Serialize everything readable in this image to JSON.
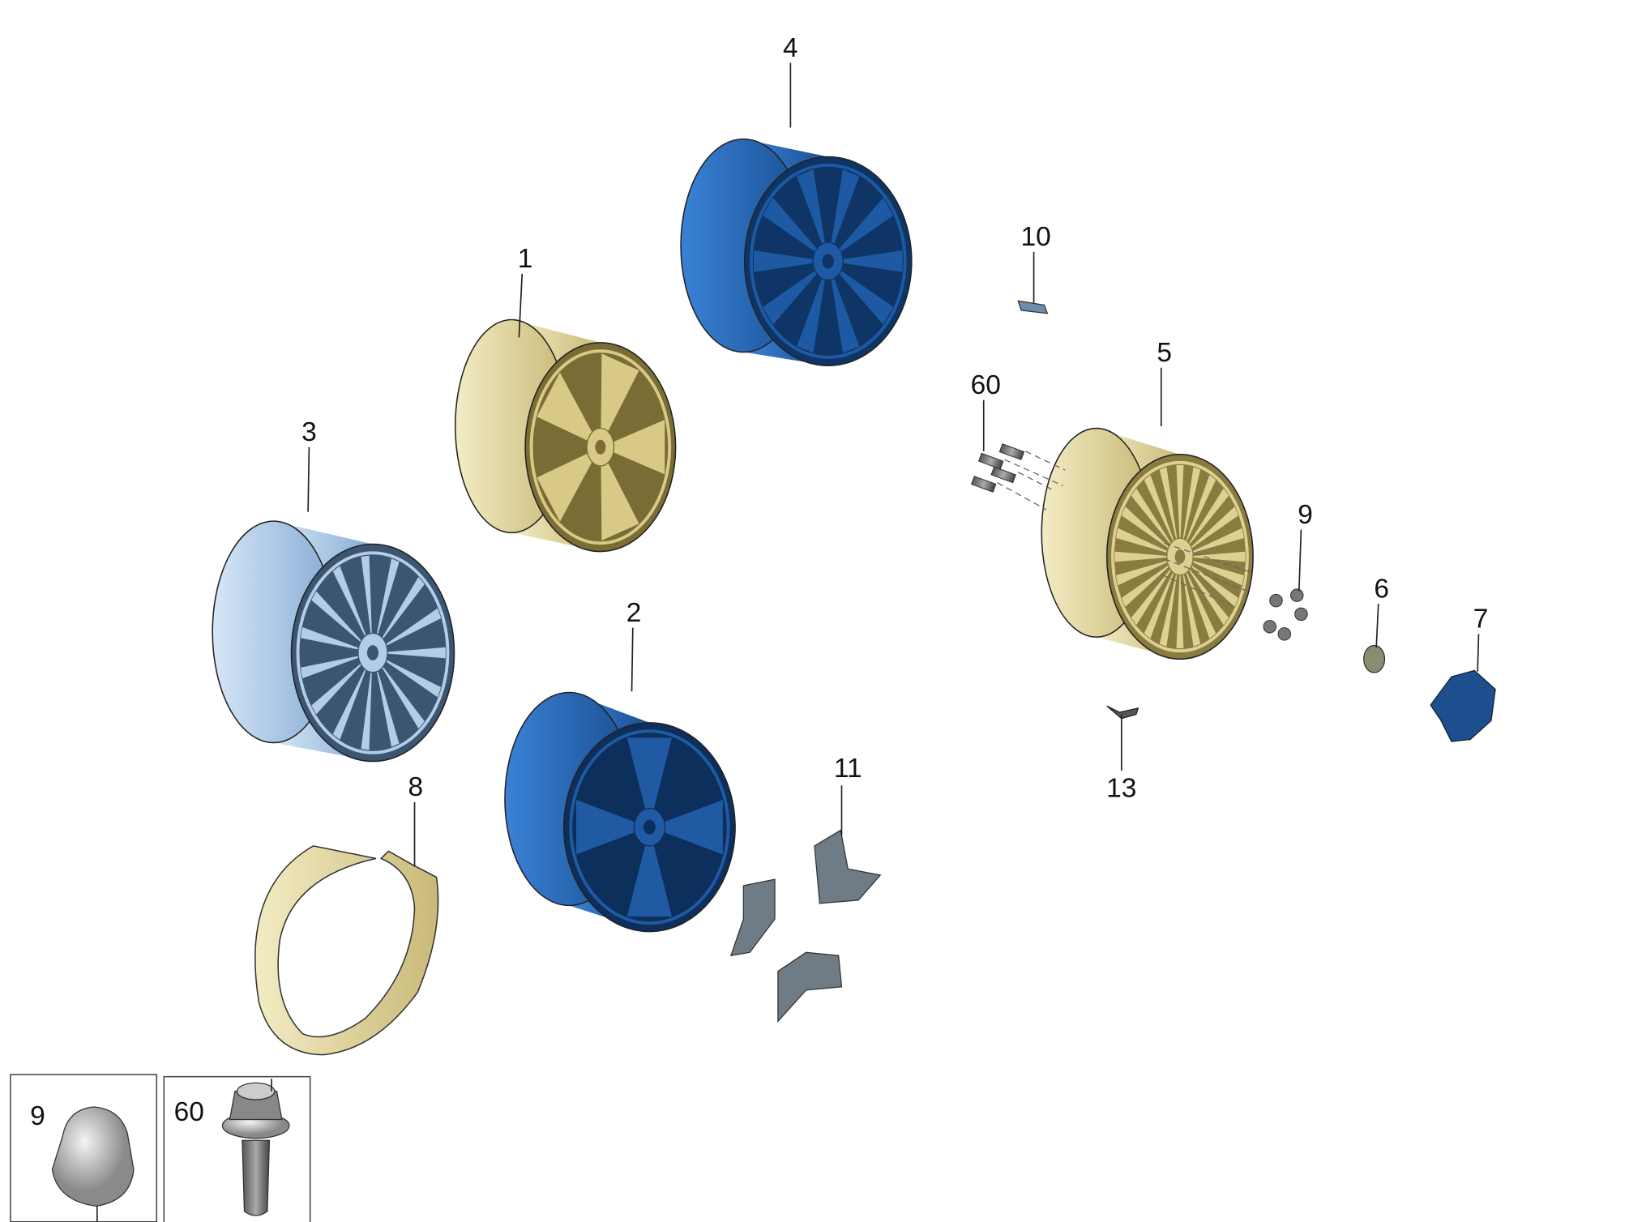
{
  "diagram": {
    "colors": {
      "blue": "#2366b8",
      "dark_blue": "#1d4f8f",
      "light_blue": "#a9c9ea",
      "gold": "#e4d9a0",
      "grey": "#6f7c86",
      "cap_grey": "#9a9a9a"
    },
    "callouts": [
      {
        "id": "4",
        "text": "4"
      },
      {
        "id": "1",
        "text": "1"
      },
      {
        "id": "3",
        "text": "3"
      },
      {
        "id": "2",
        "text": "2"
      },
      {
        "id": "8",
        "text": "8"
      },
      {
        "id": "11",
        "text": "11"
      },
      {
        "id": "10",
        "text": "10"
      },
      {
        "id": "60",
        "text": "60"
      },
      {
        "id": "5",
        "text": "5"
      },
      {
        "id": "9",
        "text": "9"
      },
      {
        "id": "6",
        "text": "6"
      },
      {
        "id": "7",
        "text": "7"
      },
      {
        "id": "13",
        "text": "13"
      }
    ],
    "insets": [
      {
        "text": "9"
      },
      {
        "text": "60"
      }
    ]
  }
}
